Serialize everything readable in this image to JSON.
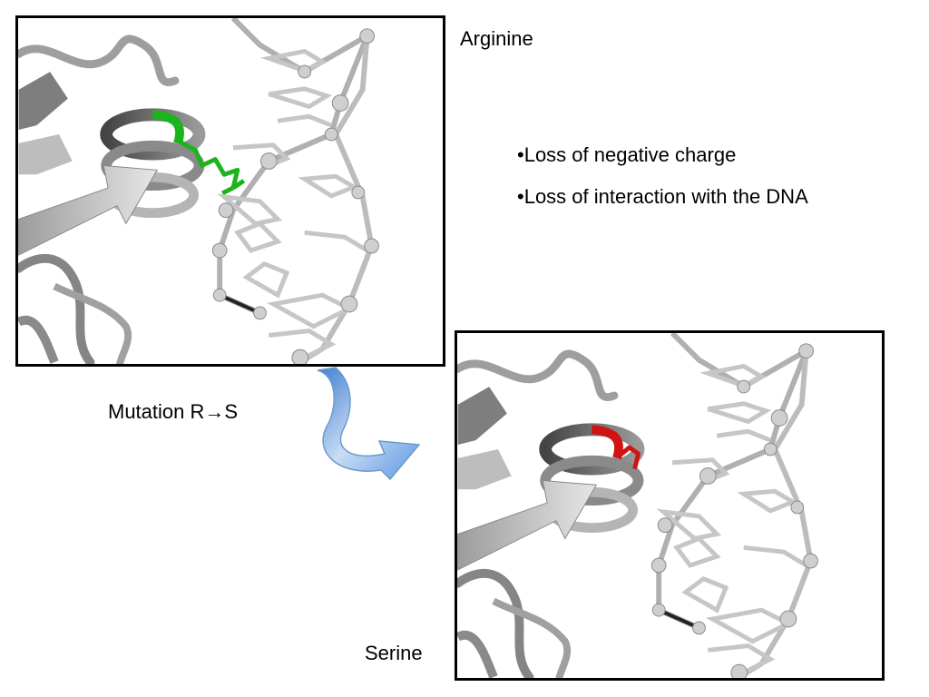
{
  "labels": {
    "top_residue": "Arginine",
    "bottom_residue": "Serine",
    "mutation": "Mutation R→S"
  },
  "bullets": [
    "•Loss of negative charge",
    "•Loss of interaction with the DNA"
  ],
  "colors": {
    "arginine_sidechain": "#1db31d",
    "serine_sidechain": "#d01414",
    "structure_gray": "#c8c8c8",
    "arrow_blue": "#7aa9e0"
  },
  "icons": {
    "mutation_arrow": "curved-arrow-icon"
  }
}
